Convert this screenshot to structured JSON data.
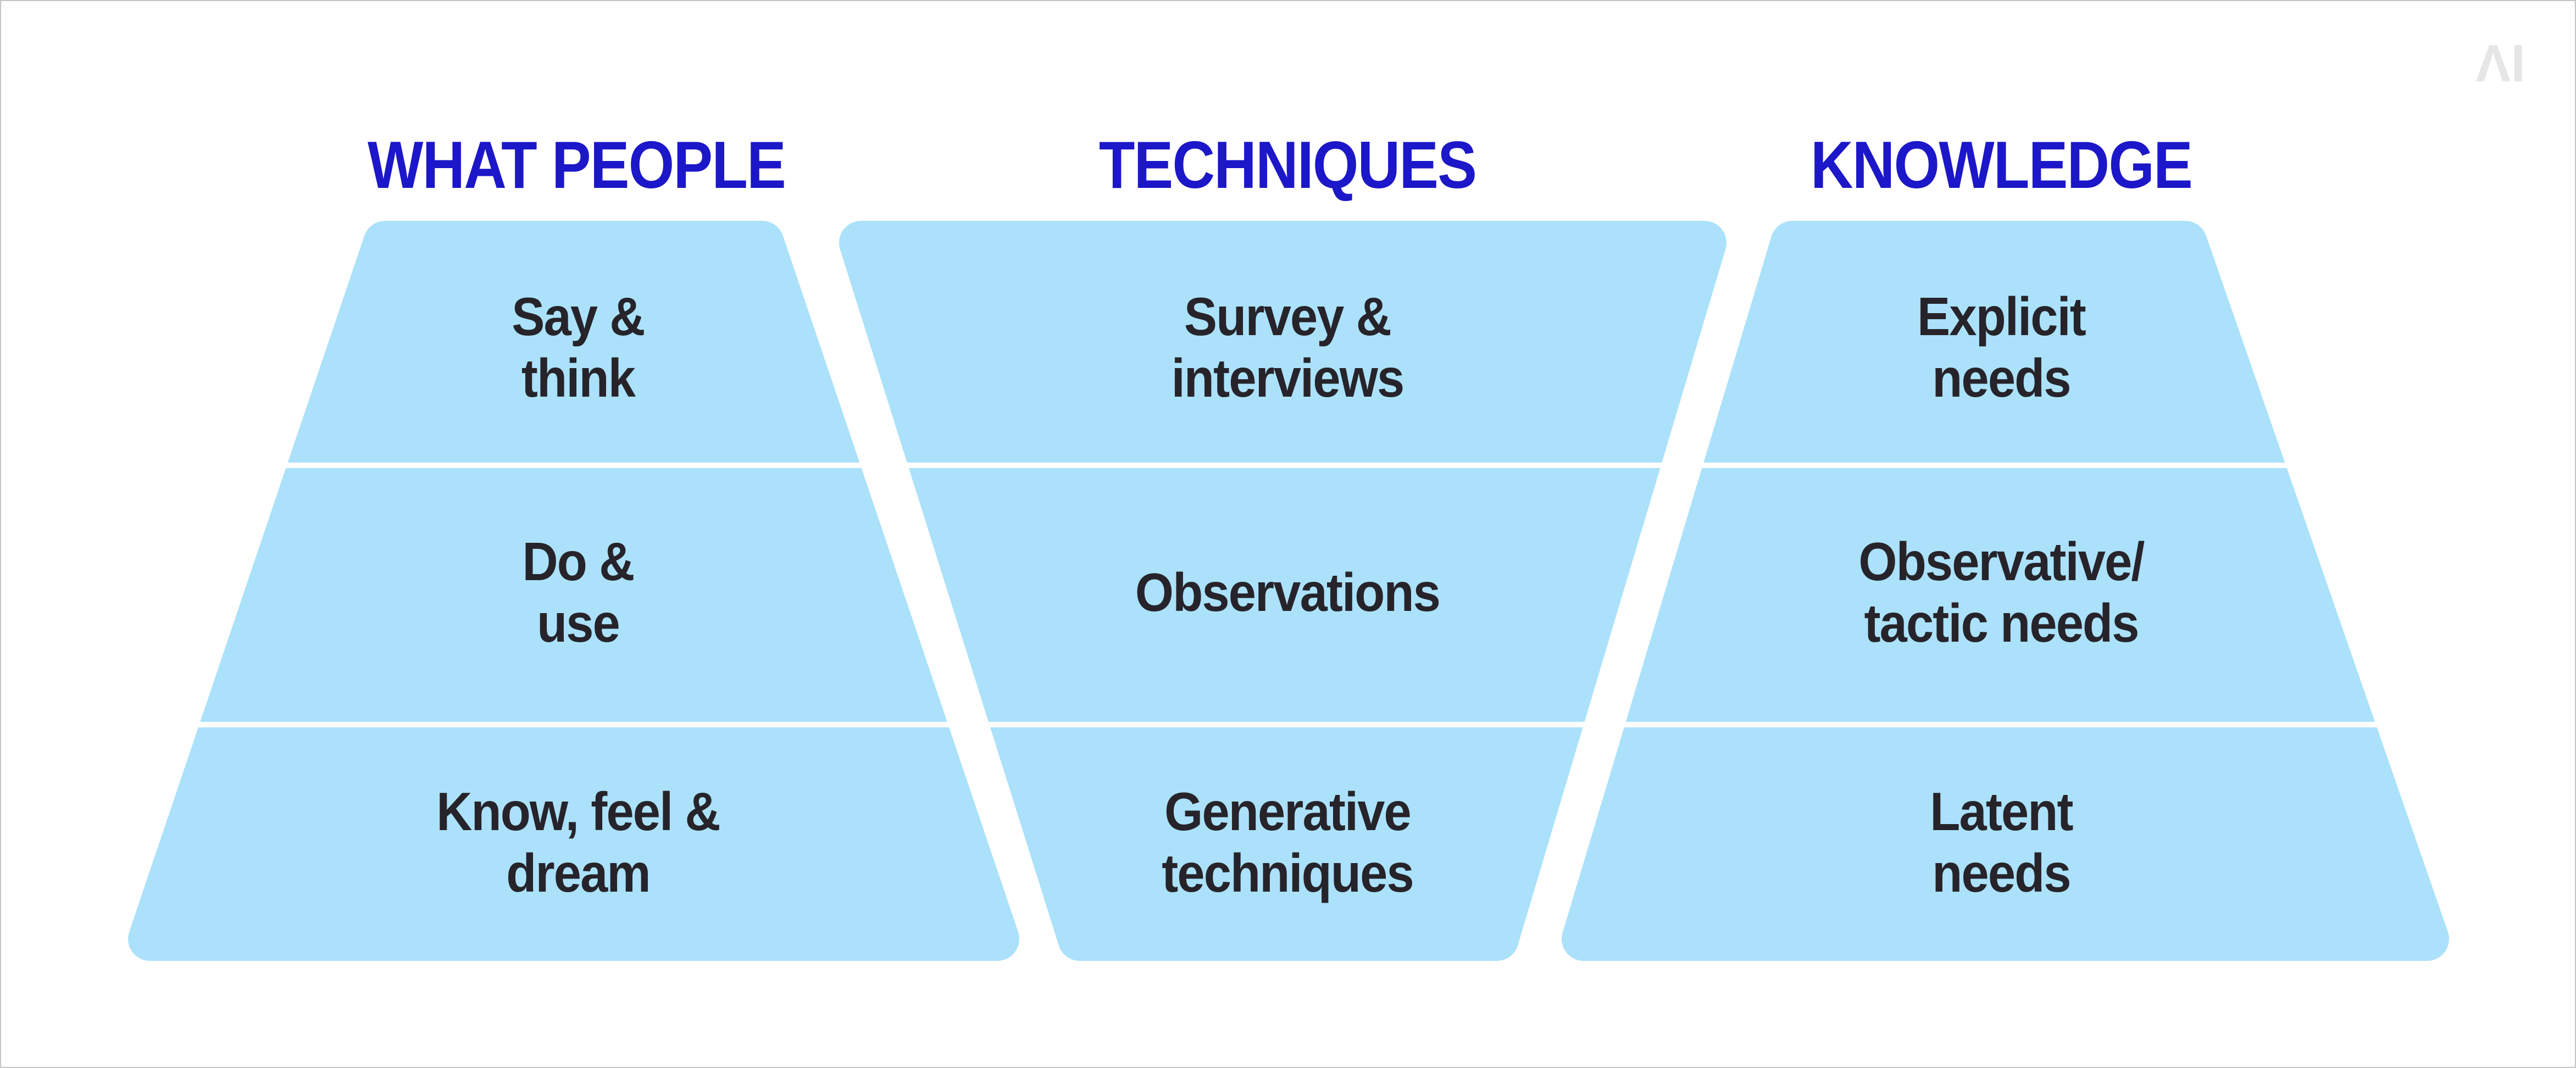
{
  "colors": {
    "header-blue": "#1c17c8",
    "shape-blue": "#abe1fb",
    "label-dark": "#26242a",
    "divider-white": "#ffffff",
    "canvas-border": "#c6c6c6",
    "watermark-gray": "#e6e6e6"
  },
  "watermark": {
    "text": "ΛI"
  },
  "columns": [
    {
      "header": "WHAT PEOPLE",
      "rows": [
        {
          "lines": [
            "Say &",
            "think"
          ]
        },
        {
          "lines": [
            "Do &",
            "use"
          ]
        },
        {
          "lines": [
            "Know, feel &",
            "dream"
          ]
        }
      ]
    },
    {
      "header": "TECHNIQUES",
      "rows": [
        {
          "lines": [
            "Survey &",
            "interviews"
          ]
        },
        {
          "lines": [
            "Observations"
          ]
        },
        {
          "lines": [
            "Generative",
            "techniques"
          ]
        }
      ]
    },
    {
      "header": "KNOWLEDGE",
      "rows": [
        {
          "lines": [
            "Explicit",
            "needs"
          ]
        },
        {
          "lines": [
            "Observative/",
            "tactic needs"
          ]
        },
        {
          "lines": [
            "Latent",
            "needs"
          ]
        }
      ]
    }
  ]
}
